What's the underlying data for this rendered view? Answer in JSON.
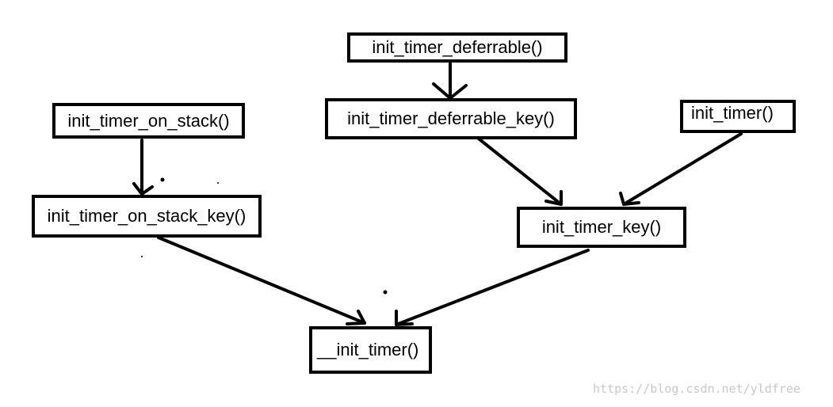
{
  "nodes": {
    "deferrable": "init_timer_deferrable()",
    "deferrable_key": "init_timer_deferrable_key()",
    "on_stack": "init_timer_on_stack()",
    "timer": "init_timer()",
    "on_stack_key": "init_timer_on_stack_key()",
    "timer_key": "init_timer_key()",
    "init_timer": "__init_timer()"
  },
  "watermark": "https://blog.csdn.net/yldfree",
  "colors": {
    "stroke": "#000000",
    "background": "#ffffff",
    "watermark": "#c8c8c8"
  }
}
